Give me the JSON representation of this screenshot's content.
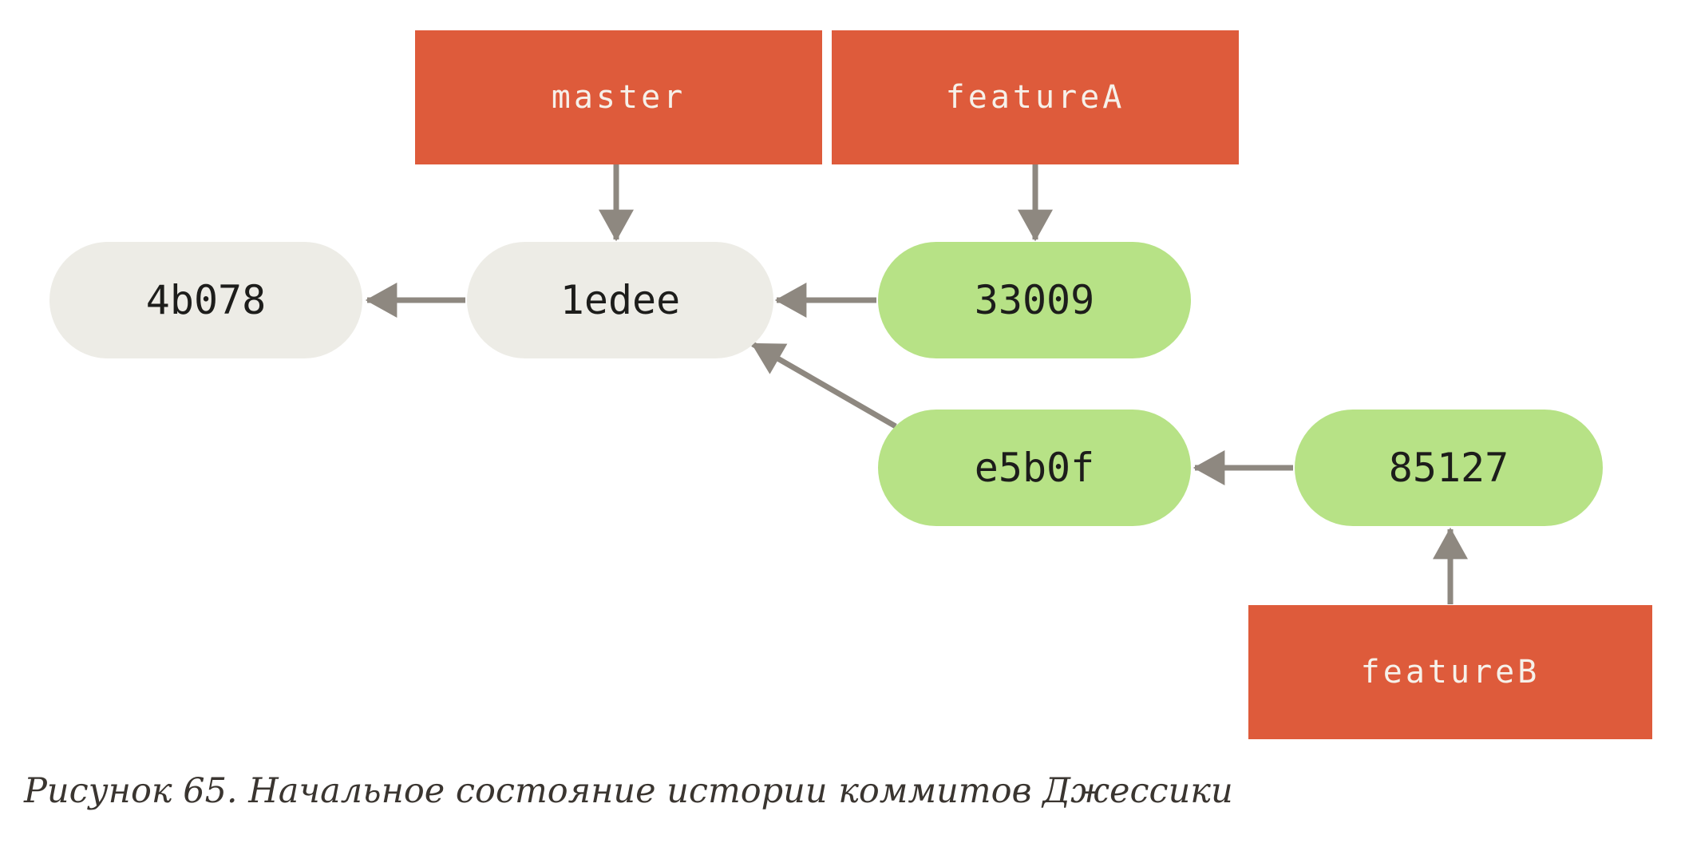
{
  "colors": {
    "branch_bg": "#de5b3b",
    "branch_text": "#f6f1ea",
    "commit_green_bg": "#b7e286",
    "commit_gray_bg": "#edece6",
    "commit_text": "#1d1d1b",
    "arrow": "#8e8880",
    "caption_text": "#3a3530",
    "page_bg": "#ffffff"
  },
  "diagram": {
    "branches": [
      {
        "label": "master",
        "points_to": "1edee"
      },
      {
        "label": "featureA",
        "points_to": "33009"
      },
      {
        "label": "featureB",
        "points_to": "85127"
      }
    ],
    "commits": [
      {
        "label": "4b078",
        "color": "gray"
      },
      {
        "label": "1edee",
        "color": "gray"
      },
      {
        "label": "33009",
        "color": "green"
      },
      {
        "label": "e5b0f",
        "color": "green"
      },
      {
        "label": "85127",
        "color": "green"
      }
    ],
    "edges": [
      {
        "from": "master",
        "to": "1edee"
      },
      {
        "from": "featureA",
        "to": "33009"
      },
      {
        "from": "1edee",
        "to": "4b078"
      },
      {
        "from": "33009",
        "to": "1edee"
      },
      {
        "from": "e5b0f",
        "to": "1edee"
      },
      {
        "from": "85127",
        "to": "e5b0f"
      },
      {
        "from": "featureB",
        "to": "85127"
      }
    ]
  },
  "caption": {
    "text": "Рисунок 65. Начальное состояние истории коммитов Джессики"
  }
}
